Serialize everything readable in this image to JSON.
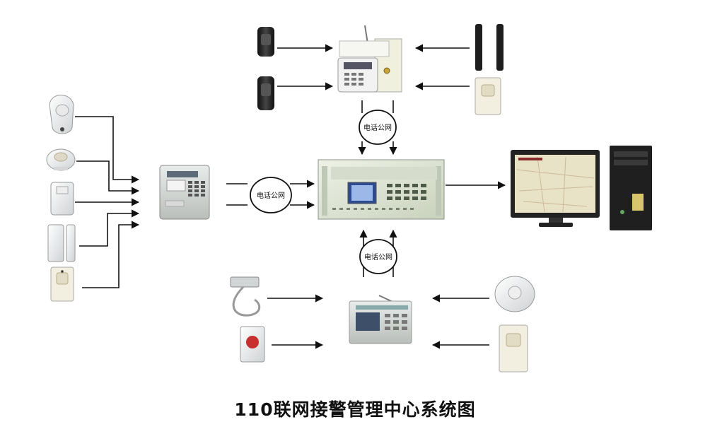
{
  "title": "110联网接警管理中心系统图",
  "network_labels": {
    "top": "电话公网",
    "left": "电话公网",
    "bottom": "电话公网"
  }
}
